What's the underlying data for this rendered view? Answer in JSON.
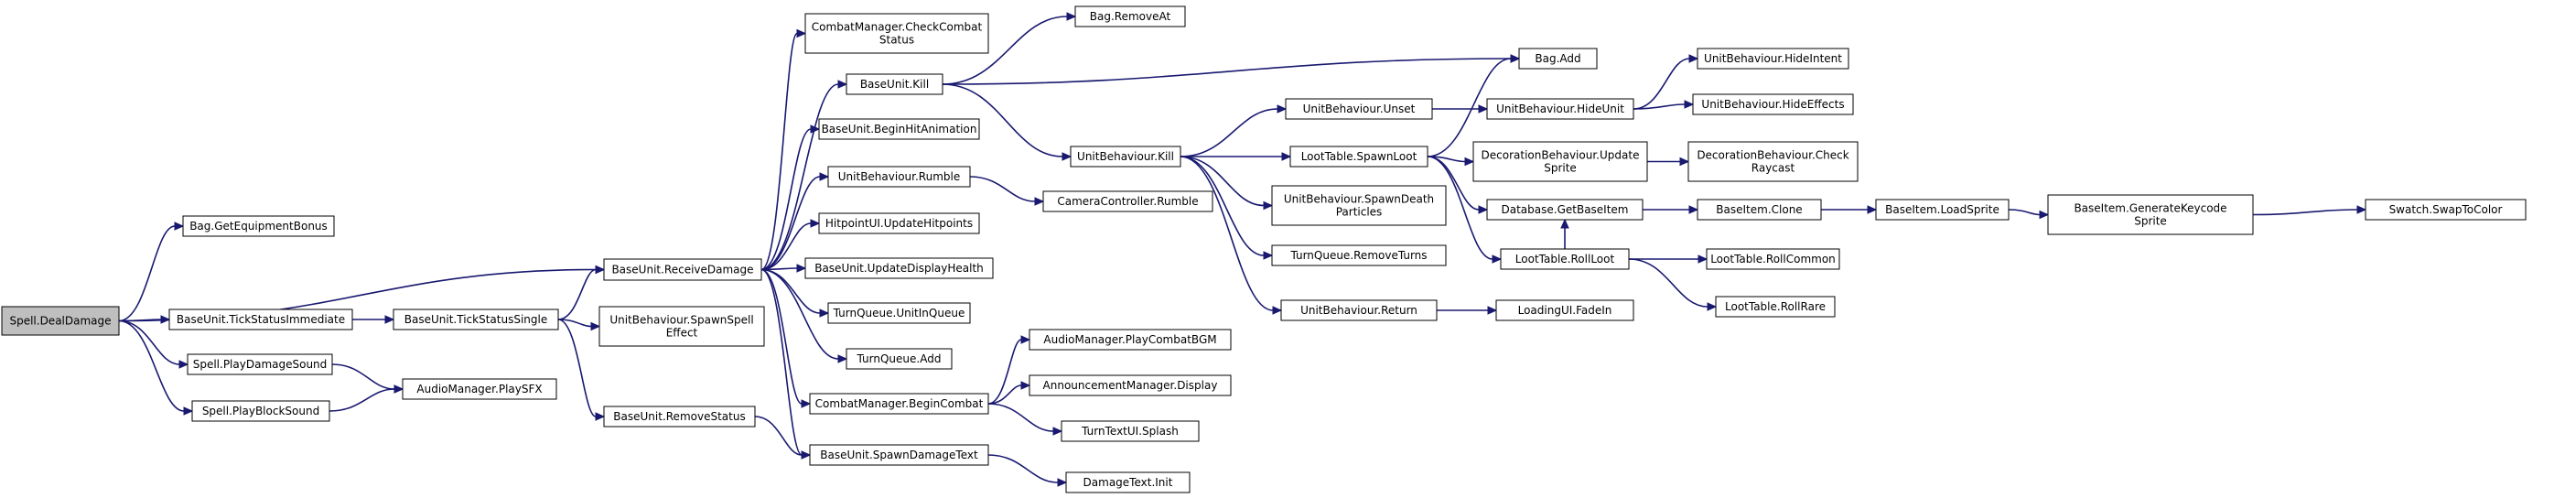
{
  "colors": {
    "edge": "#191970",
    "node_border": "#000000",
    "root_fill": "#bfbfbf",
    "node_fill": "#ffffff"
  },
  "nodes": [
    {
      "id": "n0",
      "lines": [
        "Spell.DealDamage"
      ],
      "root": true
    },
    {
      "id": "n1",
      "lines": [
        "Bag.GetEquipmentBonus"
      ]
    },
    {
      "id": "n2",
      "lines": [
        "BaseUnit.ReceiveDamage"
      ]
    },
    {
      "id": "n3",
      "lines": [
        "BaseUnit.TickStatusImmediate"
      ]
    },
    {
      "id": "n4",
      "lines": [
        "Spell.PlayDamageSound"
      ]
    },
    {
      "id": "n5",
      "lines": [
        "Spell.PlayBlockSound"
      ]
    },
    {
      "id": "n6",
      "lines": [
        "BaseUnit.TickStatusSingle"
      ]
    },
    {
      "id": "n7",
      "lines": [
        "AudioManager.PlaySFX"
      ]
    },
    {
      "id": "n8",
      "lines": [
        "UnitBehaviour.SpawnSpell",
        "Effect"
      ]
    },
    {
      "id": "n9",
      "lines": [
        "BaseUnit.RemoveStatus"
      ]
    },
    {
      "id": "n10",
      "lines": [
        "CombatManager.CheckCombat",
        "Status"
      ]
    },
    {
      "id": "n11",
      "lines": [
        "BaseUnit.Kill"
      ]
    },
    {
      "id": "n12",
      "lines": [
        "BaseUnit.BeginHitAnimation"
      ]
    },
    {
      "id": "n13",
      "lines": [
        "UnitBehaviour.Rumble"
      ]
    },
    {
      "id": "n14",
      "lines": [
        "HitpointUI.UpdateHitpoints"
      ]
    },
    {
      "id": "n15",
      "lines": [
        "BaseUnit.UpdateDisplayHealth"
      ]
    },
    {
      "id": "n16",
      "lines": [
        "TurnQueue.UnitInQueue"
      ]
    },
    {
      "id": "n17",
      "lines": [
        "TurnQueue.Add"
      ]
    },
    {
      "id": "n18",
      "lines": [
        "CombatManager.BeginCombat"
      ]
    },
    {
      "id": "n19",
      "lines": [
        "BaseUnit.SpawnDamageText"
      ]
    },
    {
      "id": "n20",
      "lines": [
        "Bag.RemoveAt"
      ]
    },
    {
      "id": "n21",
      "lines": [
        "UnitBehaviour.Kill"
      ]
    },
    {
      "id": "n22",
      "lines": [
        "CameraController.Rumble"
      ]
    },
    {
      "id": "n23",
      "lines": [
        "AudioManager.PlayCombatBGM"
      ]
    },
    {
      "id": "n24",
      "lines": [
        "AnnouncementManager.Display"
      ]
    },
    {
      "id": "n25",
      "lines": [
        "TurnTextUI.Splash"
      ]
    },
    {
      "id": "n26",
      "lines": [
        "DamageText.Init"
      ]
    },
    {
      "id": "n27",
      "lines": [
        "UnitBehaviour.Unset"
      ]
    },
    {
      "id": "n28",
      "lines": [
        "LootTable.SpawnLoot"
      ]
    },
    {
      "id": "n29",
      "lines": [
        "UnitBehaviour.SpawnDeath",
        "Particles"
      ]
    },
    {
      "id": "n30",
      "lines": [
        "TurnQueue.RemoveTurns"
      ]
    },
    {
      "id": "n31",
      "lines": [
        "UnitBehaviour.Return"
      ]
    },
    {
      "id": "n32",
      "lines": [
        "Bag.Add"
      ]
    },
    {
      "id": "n33",
      "lines": [
        "UnitBehaviour.HideUnit"
      ]
    },
    {
      "id": "n34",
      "lines": [
        "DecorationBehaviour.Update",
        "Sprite"
      ]
    },
    {
      "id": "n35",
      "lines": [
        "Database.GetBaseItem"
      ]
    },
    {
      "id": "n36",
      "lines": [
        "LootTable.RollLoot"
      ]
    },
    {
      "id": "n37",
      "lines": [
        "LoadingUI.FadeIn"
      ]
    },
    {
      "id": "n38",
      "lines": [
        "UnitBehaviour.HideIntent"
      ]
    },
    {
      "id": "n39",
      "lines": [
        "UnitBehaviour.HideEffects"
      ]
    },
    {
      "id": "n40",
      "lines": [
        "DecorationBehaviour.Check",
        "Raycast"
      ]
    },
    {
      "id": "n41",
      "lines": [
        "BaseItem.Clone"
      ]
    },
    {
      "id": "n42",
      "lines": [
        "LootTable.RollCommon"
      ]
    },
    {
      "id": "n43",
      "lines": [
        "LootTable.RollRare"
      ]
    },
    {
      "id": "n44",
      "lines": [
        "BaseItem.LoadSprite"
      ]
    },
    {
      "id": "n45",
      "lines": [
        "BaseItem.GenerateKeycode",
        "Sprite"
      ]
    },
    {
      "id": "n46",
      "lines": [
        "Swatch.SwapToColor"
      ]
    }
  ],
  "edges": [
    [
      "n0",
      "n1"
    ],
    [
      "n0",
      "n2"
    ],
    [
      "n0",
      "n3"
    ],
    [
      "n0",
      "n4"
    ],
    [
      "n0",
      "n5"
    ],
    [
      "n3",
      "n6"
    ],
    [
      "n4",
      "n7"
    ],
    [
      "n5",
      "n7"
    ],
    [
      "n6",
      "n2"
    ],
    [
      "n6",
      "n8"
    ],
    [
      "n6",
      "n9"
    ],
    [
      "n9",
      "n19"
    ],
    [
      "n2",
      "n10"
    ],
    [
      "n2",
      "n11"
    ],
    [
      "n2",
      "n12"
    ],
    [
      "n2",
      "n13"
    ],
    [
      "n2",
      "n14"
    ],
    [
      "n2",
      "n15"
    ],
    [
      "n2",
      "n16"
    ],
    [
      "n2",
      "n17"
    ],
    [
      "n2",
      "n18"
    ],
    [
      "n2",
      "n19"
    ],
    [
      "n11",
      "n20"
    ],
    [
      "n11",
      "n32"
    ],
    [
      "n11",
      "n21"
    ],
    [
      "n13",
      "n22"
    ],
    [
      "n18",
      "n23"
    ],
    [
      "n18",
      "n24"
    ],
    [
      "n18",
      "n25"
    ],
    [
      "n19",
      "n26"
    ],
    [
      "n21",
      "n27"
    ],
    [
      "n21",
      "n28"
    ],
    [
      "n21",
      "n29"
    ],
    [
      "n21",
      "n30"
    ],
    [
      "n21",
      "n31"
    ],
    [
      "n27",
      "n33"
    ],
    [
      "n28",
      "n32"
    ],
    [
      "n28",
      "n34"
    ],
    [
      "n28",
      "n35"
    ],
    [
      "n28",
      "n36"
    ],
    [
      "n31",
      "n37"
    ],
    [
      "n33",
      "n38"
    ],
    [
      "n33",
      "n39"
    ],
    [
      "n34",
      "n40"
    ],
    [
      "n35",
      "n41"
    ],
    [
      "n36",
      "n35"
    ],
    [
      "n36",
      "n42"
    ],
    [
      "n36",
      "n43"
    ],
    [
      "n41",
      "n44"
    ],
    [
      "n44",
      "n45"
    ],
    [
      "n45",
      "n46"
    ]
  ]
}
